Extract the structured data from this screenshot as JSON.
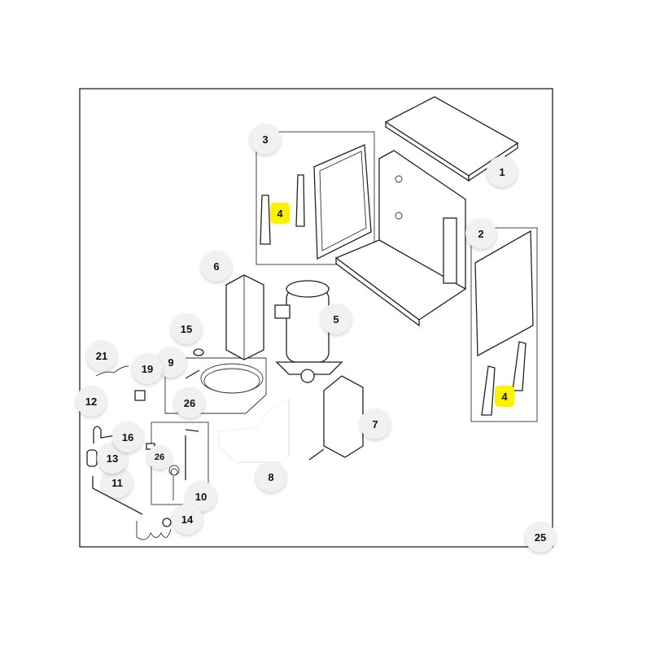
{
  "diagram": {
    "callouts": [
      "1",
      "2",
      "3",
      "4",
      "5",
      "6",
      "7",
      "8",
      "9",
      "10",
      "11",
      "12",
      "13",
      "14",
      "15",
      "16",
      "19",
      "21",
      "25",
      "26",
      "26",
      "4"
    ],
    "highlighted_callouts": [
      "4",
      "4"
    ],
    "highlight_color": "#fff200"
  }
}
